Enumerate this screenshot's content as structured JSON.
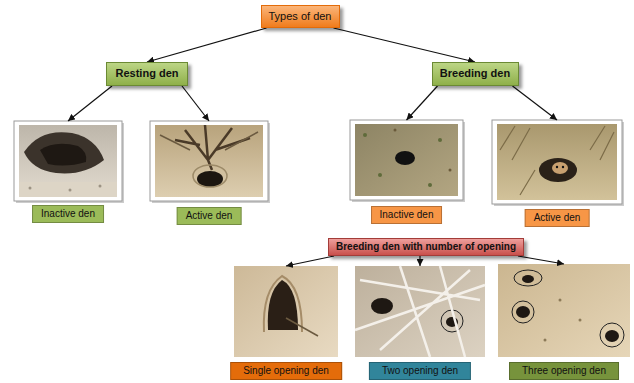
{
  "diagram": {
    "nodes": [
      {
        "text": [
          "Types of den"
        ]
      },
      {
        "text": [
          "Resting den"
        ]
      },
      {
        "text": [
          "Breeding den"
        ]
      },
      {
        "text": [
          "Inactive den"
        ]
      },
      {
        "text": [
          "Active den"
        ]
      },
      {
        "text": [
          "Inactive den"
        ]
      },
      {
        "text": [
          "Active den"
        ]
      },
      {
        "text": [
          "Breeding den with number of opening"
        ]
      },
      {
        "text": [
          "Single opening den"
        ]
      },
      {
        "text": [
          "Two opening den"
        ]
      },
      {
        "text": [
          "Three opening den"
        ]
      }
    ],
    "edges": [
      {
        "from": 0,
        "to": 1,
        "arrow": "to"
      },
      {
        "from": 0,
        "to": 2,
        "arrow": "to"
      },
      {
        "from": 1,
        "to": 3,
        "arrow": "to"
      },
      {
        "from": 1,
        "to": 4,
        "arrow": "to"
      },
      {
        "from": 2,
        "to": 5,
        "arrow": "to"
      },
      {
        "from": 2,
        "to": 6,
        "arrow": "to"
      },
      {
        "from": 7,
        "to": 8,
        "arrow": "to"
      },
      {
        "from": 7,
        "to": 9,
        "arrow": "to"
      },
      {
        "from": 7,
        "to": 10,
        "arrow": "to"
      }
    ]
  }
}
